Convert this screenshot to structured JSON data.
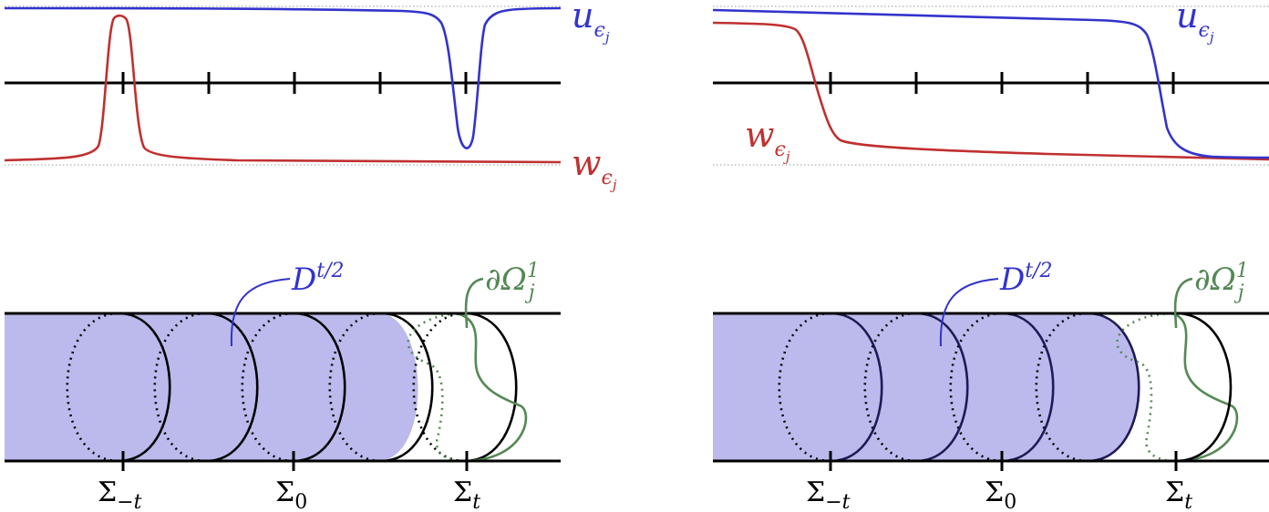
{
  "colors": {
    "u_curve": "#3333cc",
    "w_curve": "#c03030",
    "domain_fill": "#bcb9ec",
    "boundary_curve": "#558855",
    "axis": "#000000"
  },
  "top_left": {
    "u_label": {
      "base": "u",
      "sub": "ϵ",
      "subsub": "j"
    },
    "w_label": {
      "base": "w",
      "sub": "ϵ",
      "subsub": "j"
    }
  },
  "top_right": {
    "u_label": {
      "base": "u",
      "sub": "ϵ",
      "subsub": "j"
    },
    "w_label": {
      "base": "w",
      "sub": "ϵ",
      "subsub": "j"
    }
  },
  "bottom_left": {
    "domain_label": {
      "base": "D",
      "sup": "t/2"
    },
    "boundary_label": {
      "base": "∂Ω",
      "sup": "1",
      "sub": "j"
    },
    "sigma_labels": [
      {
        "base": "Σ",
        "sub": "−t"
      },
      {
        "base": "Σ",
        "sub": "0"
      },
      {
        "base": "Σ",
        "sub": "t"
      }
    ]
  },
  "bottom_right": {
    "domain_label": {
      "base": "D",
      "sup": "t/2"
    },
    "boundary_label": {
      "base": "∂Ω",
      "sup": "1",
      "sub": "j"
    },
    "sigma_labels": [
      {
        "base": "Σ",
        "sub": "−t"
      },
      {
        "base": "Σ",
        "sub": "0"
      },
      {
        "base": "Σ",
        "sub": "t"
      }
    ]
  }
}
